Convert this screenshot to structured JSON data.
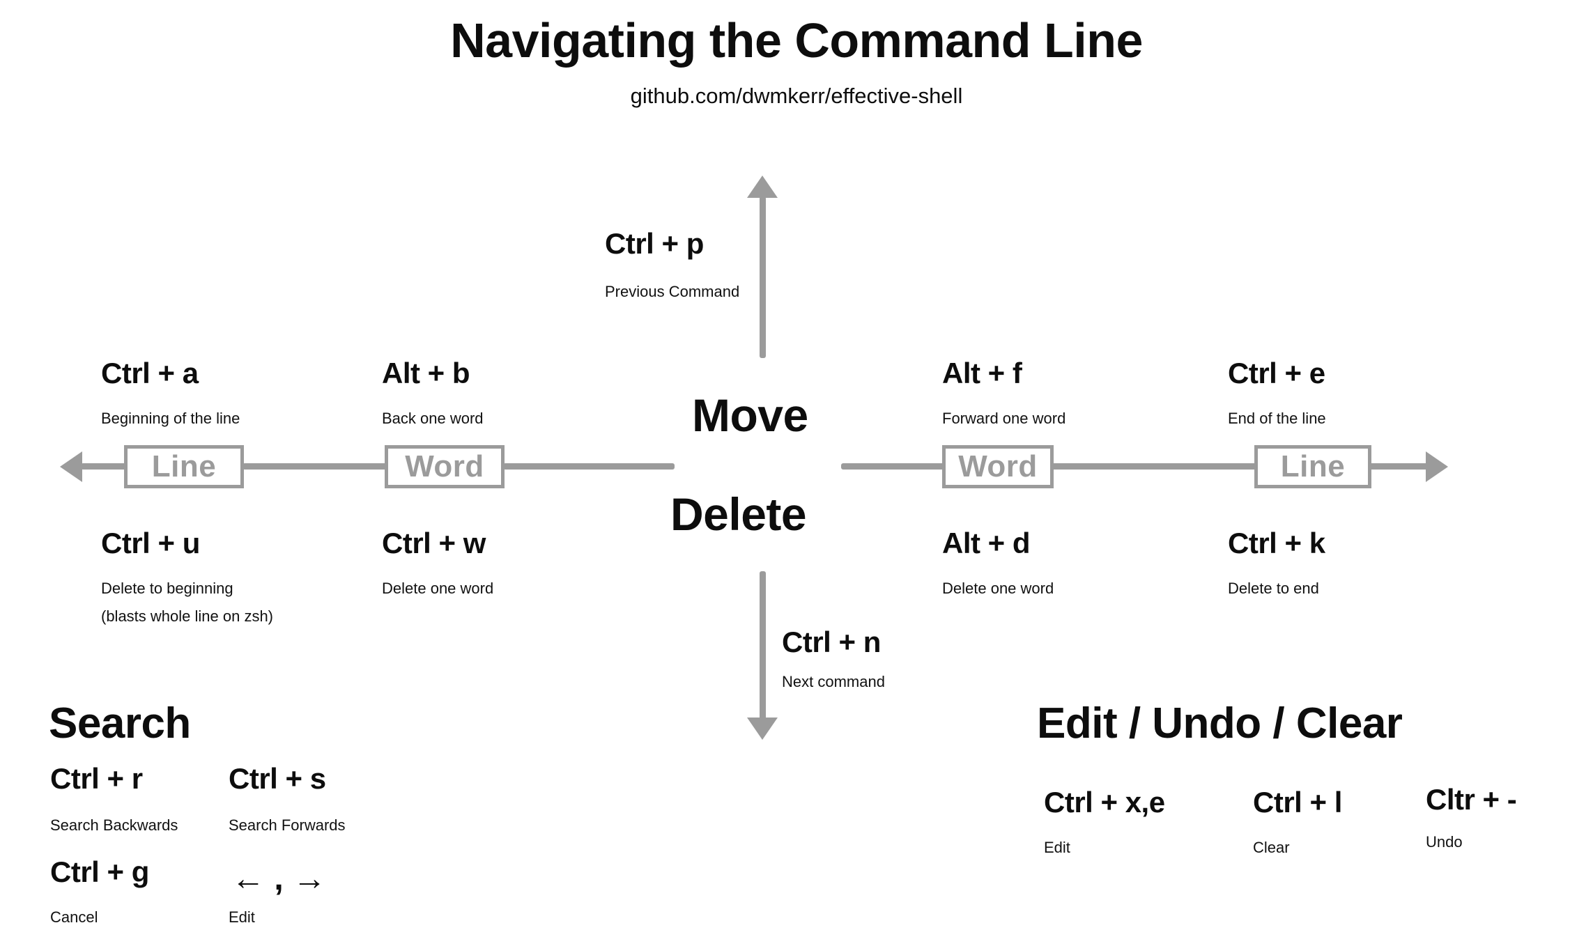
{
  "header": {
    "title": "Navigating the Command Line",
    "subtitle": "github.com/dwmkerr/effective-shell"
  },
  "colors": {
    "axis_gray": "#9b9b9b",
    "text_black": "#0d0d0d",
    "background": "#ffffff"
  },
  "center": {
    "move_label": "Move",
    "delete_label": "Delete"
  },
  "units": {
    "left_line": "Line",
    "left_word": "Word",
    "right_word": "Word",
    "right_line": "Line"
  },
  "vertical": {
    "up": {
      "combo": "Ctrl + p",
      "desc": "Previous Command"
    },
    "down": {
      "combo": "Ctrl + n",
      "desc": "Next command"
    }
  },
  "move_row": {
    "left": [
      {
        "combo": "Ctrl + a",
        "desc": "Beginning of the line"
      },
      {
        "combo": "Alt + b",
        "desc": "Back one word"
      }
    ],
    "right": [
      {
        "combo": "Alt + f",
        "desc": "Forward one word"
      },
      {
        "combo": "Ctrl + e",
        "desc": "End of the line"
      }
    ]
  },
  "delete_row": {
    "left": [
      {
        "combo": "Ctrl + u",
        "desc": "Delete to beginning",
        "desc2": "(blasts whole line on zsh)"
      },
      {
        "combo": "Ctrl + w",
        "desc": "Delete one word",
        "desc2": ""
      }
    ],
    "right": [
      {
        "combo": "Alt + d",
        "desc": "Delete one word",
        "desc2": ""
      },
      {
        "combo": "Ctrl + k",
        "desc": "Delete to end",
        "desc2": ""
      }
    ]
  },
  "search": {
    "heading": "Search",
    "items": [
      {
        "combo": "Ctrl + r",
        "desc": "Search Backwards"
      },
      {
        "combo": "Ctrl + s",
        "desc": "Search Forwards"
      },
      {
        "combo": "Ctrl + g",
        "desc": "Cancel"
      },
      {
        "combo": "← , →",
        "desc": "Edit"
      }
    ]
  },
  "edit_undo_clear": {
    "heading": "Edit / Undo / Clear",
    "items": [
      {
        "combo": "Ctrl + x,e",
        "desc": "Edit"
      },
      {
        "combo": "Ctrl + l",
        "desc": "Clear"
      },
      {
        "combo": "Cltr + -",
        "desc": "Undo"
      }
    ]
  }
}
